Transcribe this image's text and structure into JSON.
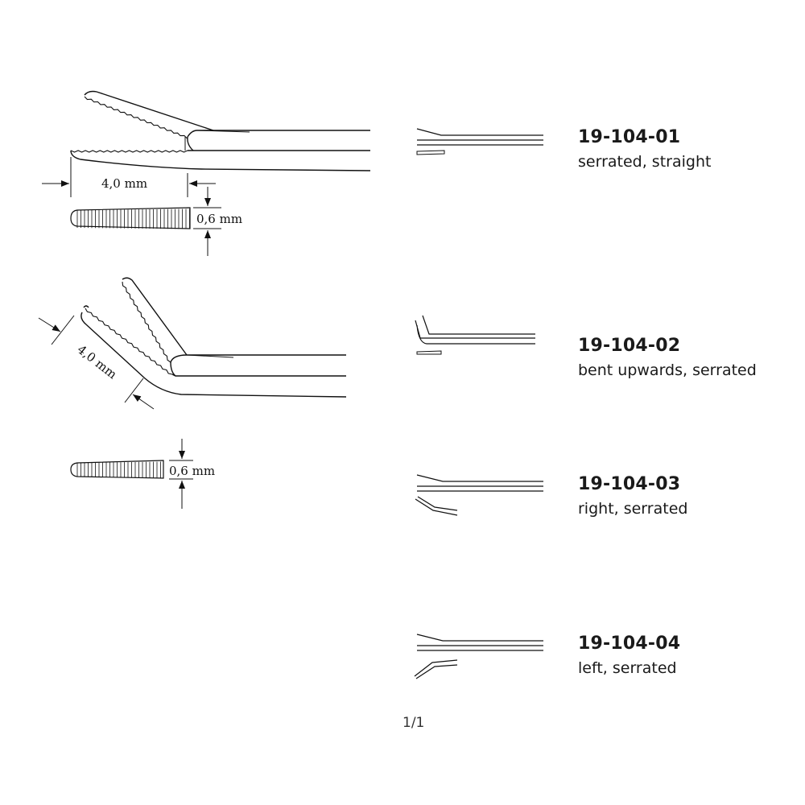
{
  "products": [
    {
      "code": "19-104-01",
      "description": "serrated, straight"
    },
    {
      "code": "19-104-02",
      "description": "bent upwards, serrated"
    },
    {
      "code": "19-104-03",
      "description": "right, serrated"
    },
    {
      "code": "19-104-04",
      "description": "left, serrated"
    }
  ],
  "dimensions": {
    "straight_jaw_length": "4,0 mm",
    "straight_jaw_width": "0,6 mm",
    "bent_jaw_length": "4,0 mm",
    "bent_jaw_width": "0,6 mm"
  },
  "page_number": "1/1"
}
